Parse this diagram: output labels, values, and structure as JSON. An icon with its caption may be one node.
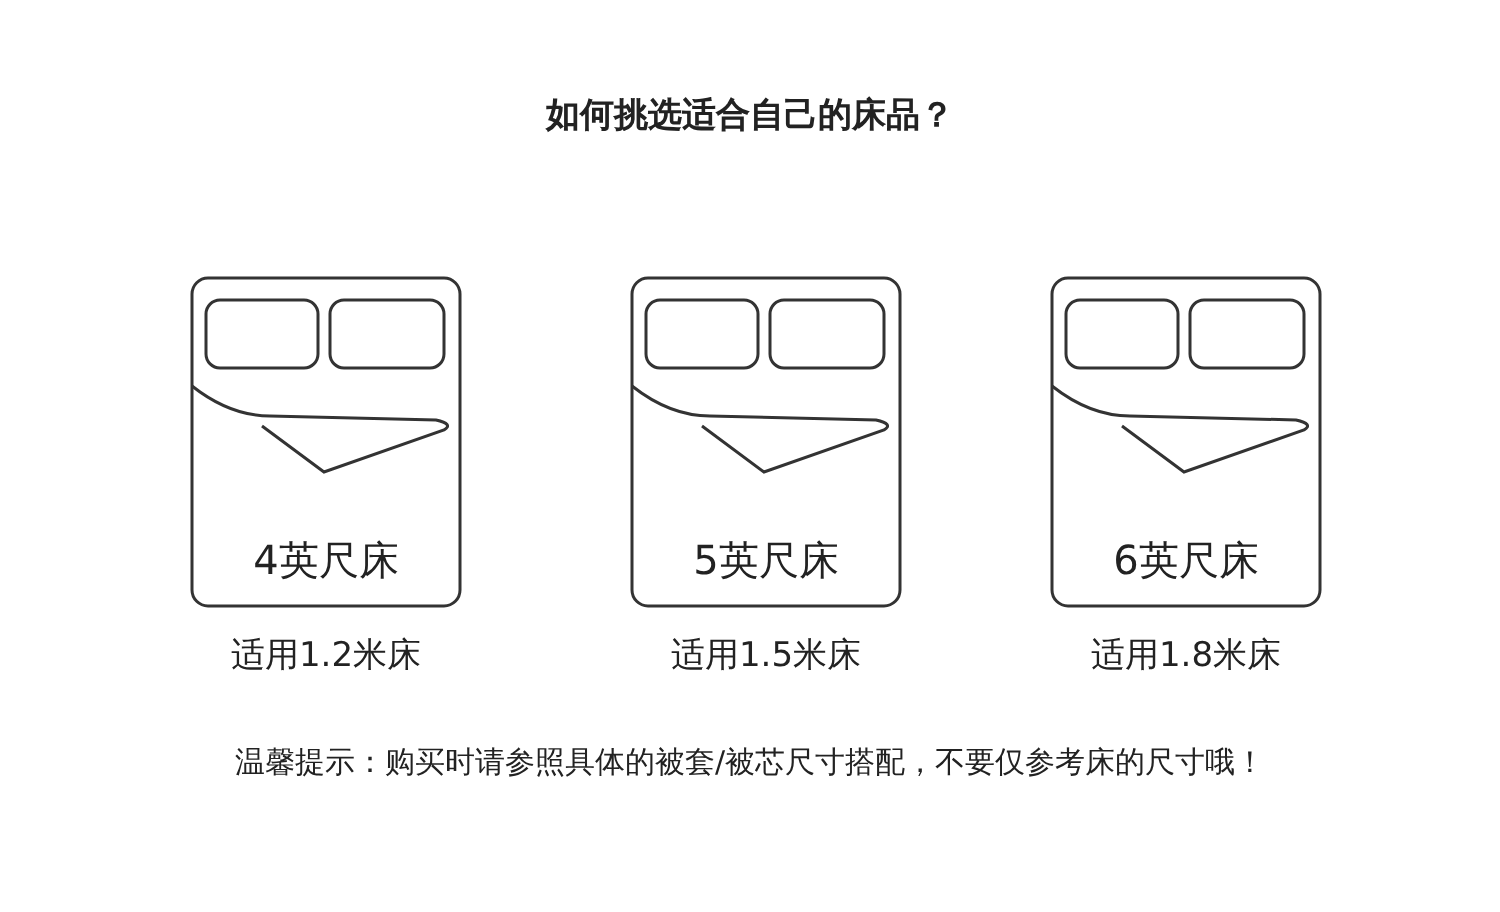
{
  "diagram": {
    "title": "如何挑选适合自己的床品？",
    "nodes": [
      {
        "text": [
          "4英尺床"
        ],
        "beside": [
          "适用1.2米床"
        ]
      },
      {
        "text": [
          "5英尺床"
        ],
        "beside": [
          "适用1.5米床"
        ]
      },
      {
        "text": [
          "6英尺床"
        ],
        "beside": [
          "适用1.8米床"
        ]
      }
    ],
    "labels": [
      "温馨提示：购买时请参照具体的被套/被芯尺寸搭配，不要仅参考床的尺寸哦！"
    ]
  }
}
